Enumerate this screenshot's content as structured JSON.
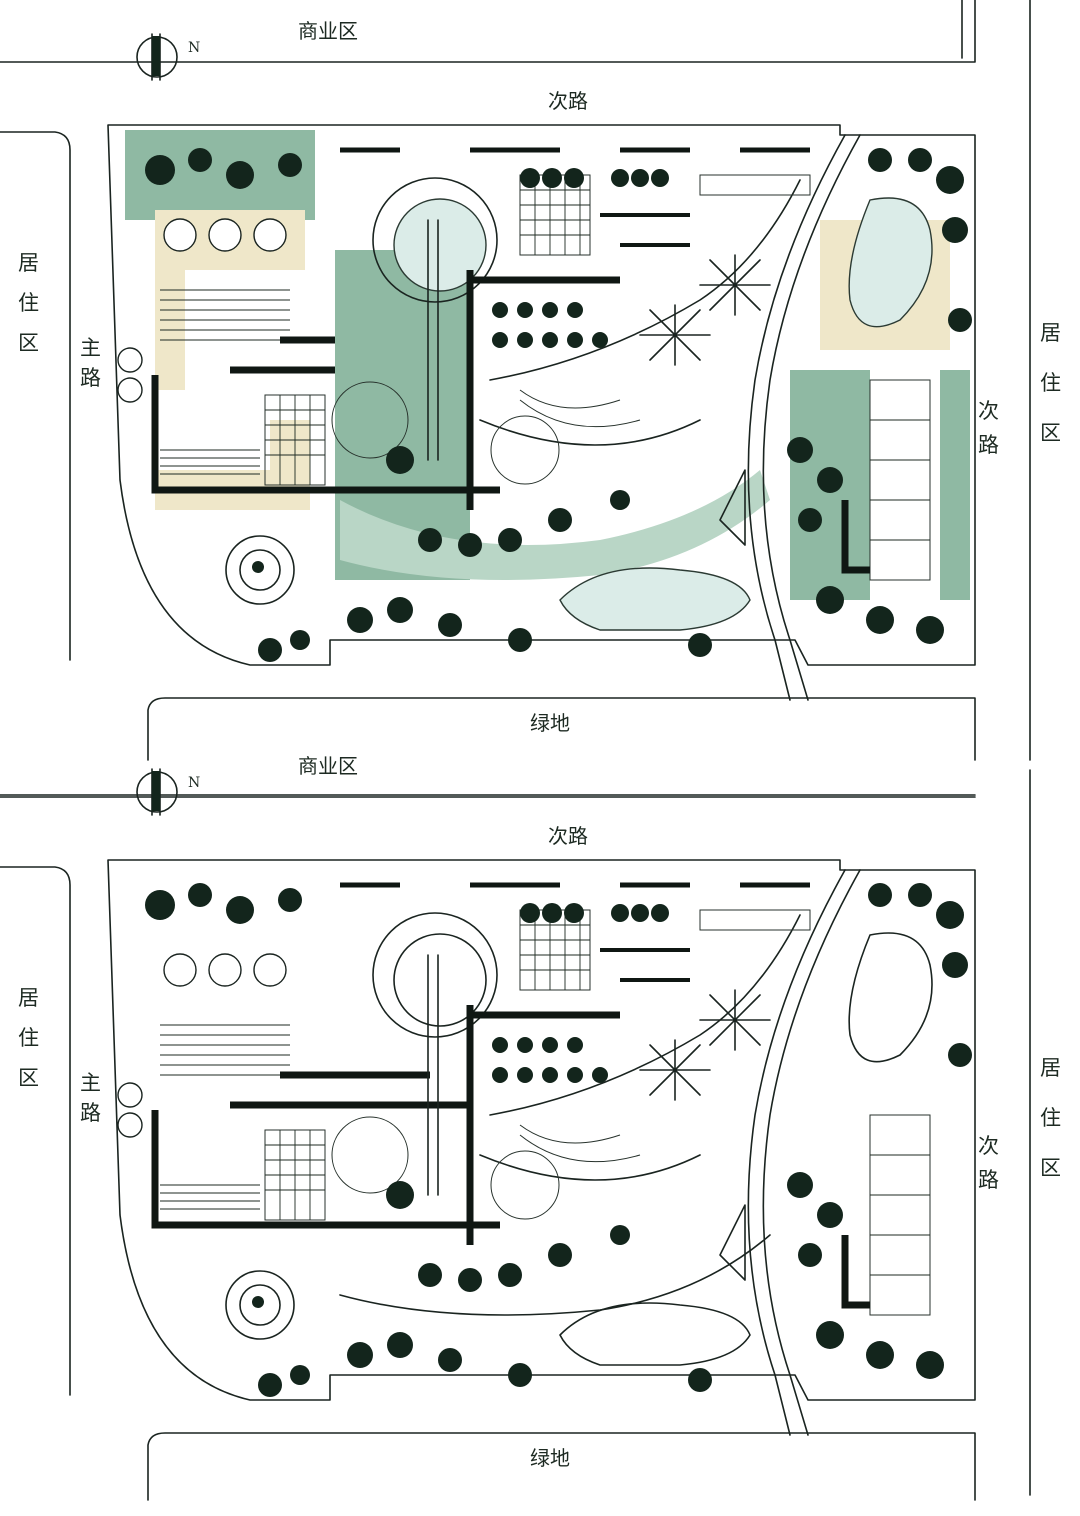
{
  "plans": [
    {
      "id": "plan-top",
      "labels": {
        "commercial": "商业区",
        "north": "N",
        "secondary_road_top": "次路",
        "residential_left": [
          "居",
          "住",
          "区"
        ],
        "main_road": [
          "主",
          "路"
        ],
        "residential_right": [
          "居",
          "住",
          "区"
        ],
        "secondary_road_right": [
          "次",
          "路"
        ],
        "green_land": "绿地"
      },
      "colored": true
    },
    {
      "id": "plan-bottom",
      "labels": {
        "commercial": "商业区",
        "north": "N",
        "secondary_road_top": "次路",
        "residential_left": [
          "居",
          "住",
          "区"
        ],
        "main_road": [
          "主",
          "路"
        ],
        "residential_right": [
          "居",
          "住",
          "区"
        ],
        "secondary_road_right": [
          "次",
          "路"
        ],
        "green_land": "绿地"
      },
      "colored": false
    }
  ],
  "colors": {
    "ink": "#1a2420",
    "green": "#8fb9a3",
    "light_green": "#b9d6c6",
    "beige": "#efe7c9",
    "water": "#dbece8"
  }
}
